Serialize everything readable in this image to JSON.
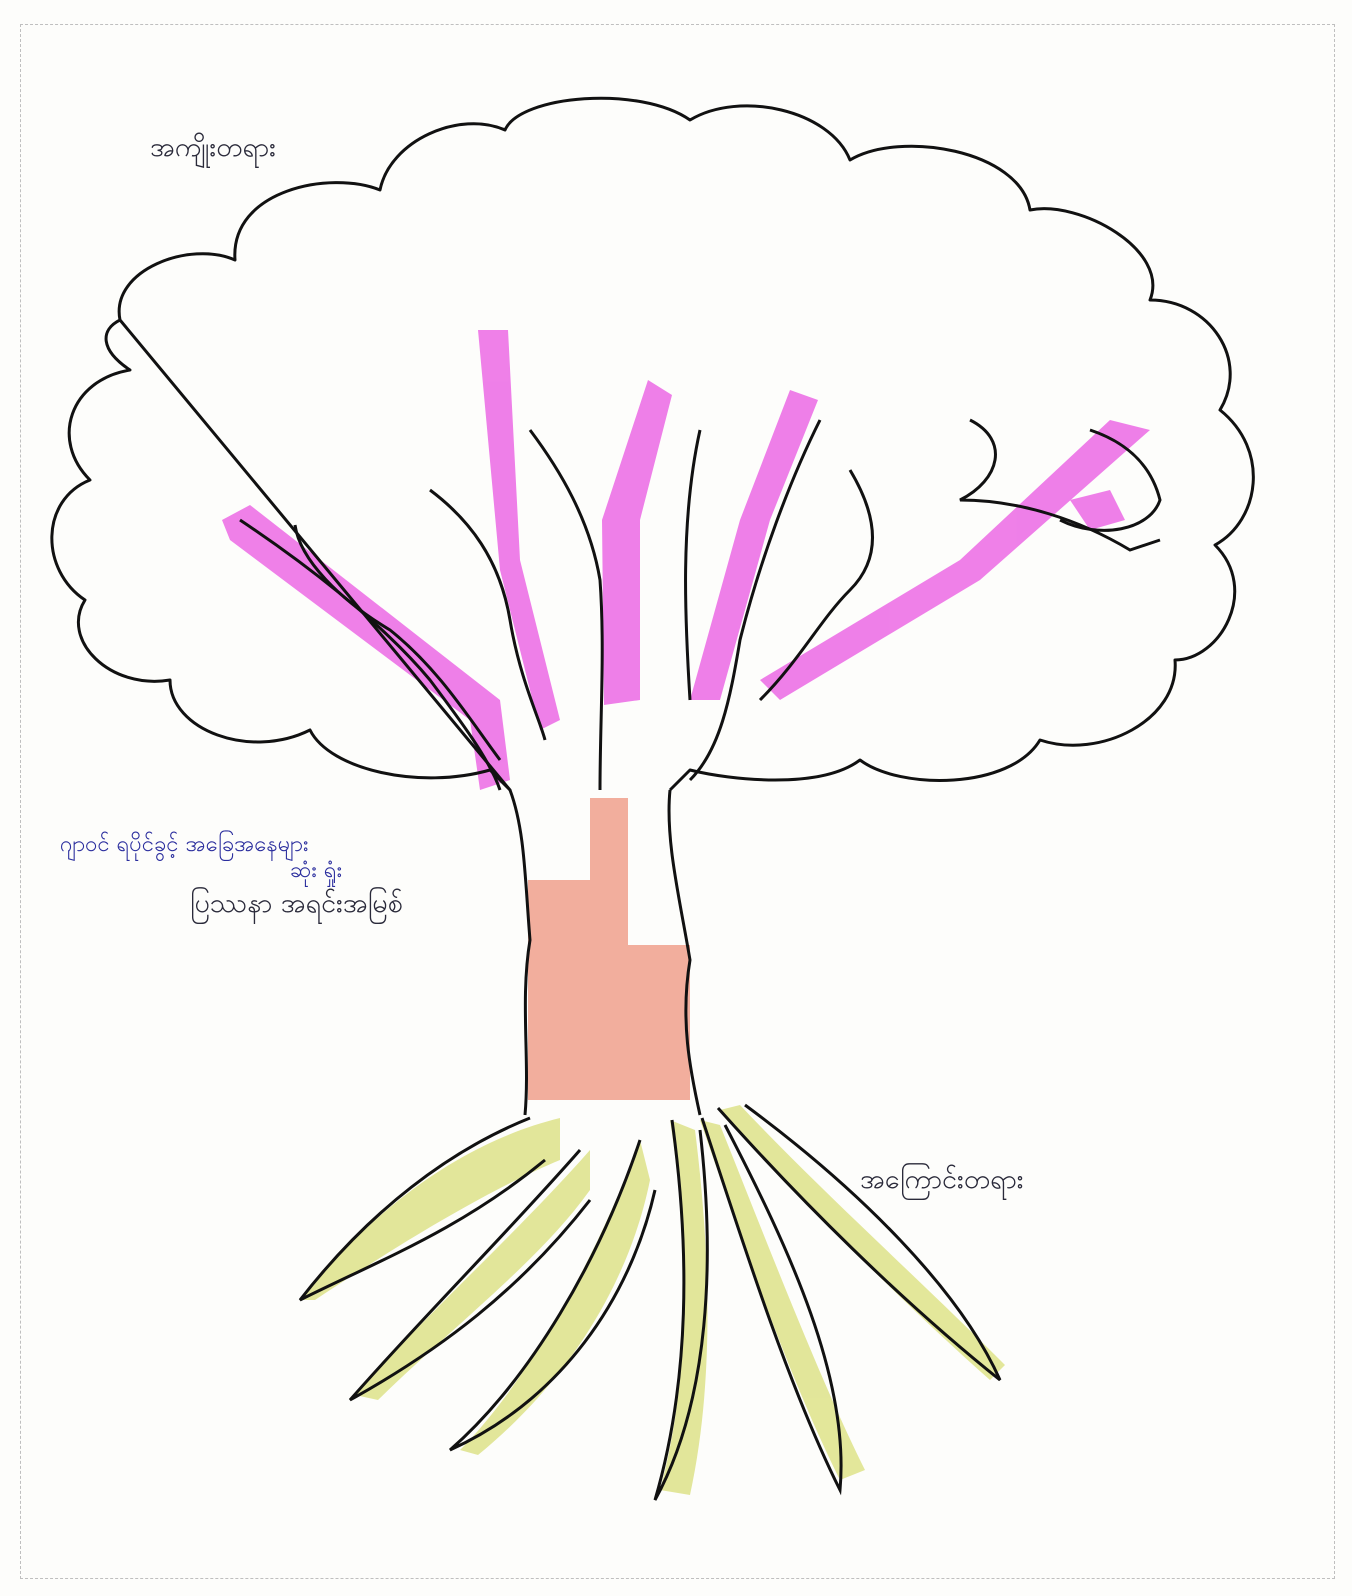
{
  "labels": {
    "fruits": "အကျိုးတရား",
    "causes": "အကြောင်းတရား",
    "core_problem": "ပြဿနာ အရင်းအမြစ်",
    "problem_note_line1": "ဂျာဝင် ရပိုင်ခွင့် အခြေအနေများ",
    "problem_note_line2": "ဆုံး ရှုံး"
  },
  "colors": {
    "branch_highlight": "#e94ce0",
    "trunk_highlight": "#ef9a86",
    "root_highlight": "#cdd86a",
    "outline": "#111111",
    "handwriting": "#2b2e9e"
  }
}
